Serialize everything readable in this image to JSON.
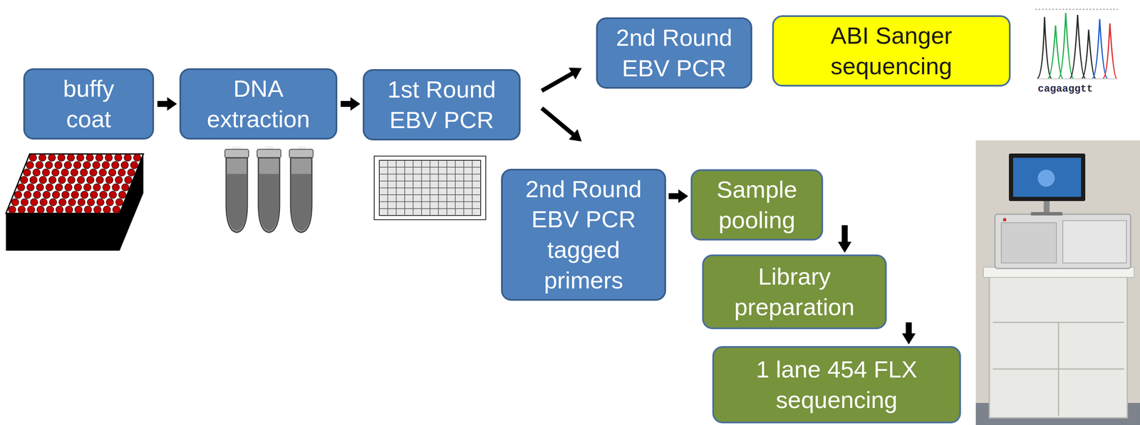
{
  "diagram": {
    "nodes": [
      {
        "text": [
          "buffy coat"
        ]
      },
      {
        "text": [
          "DNA extraction"
        ]
      },
      {
        "text": [
          "1st Round EBV PCR"
        ]
      },
      {
        "text": [
          "2nd Round EBV PCR"
        ]
      },
      {
        "text": [
          "ABI Sanger sequencing"
        ]
      },
      {
        "text": [
          "2nd Round EBV PCR tagged primers"
        ]
      },
      {
        "text": [
          "Sample pooling"
        ]
      },
      {
        "text": [
          "Library preparation"
        ]
      },
      {
        "text": [
          "1 lane 454 FLX sequencing"
        ]
      }
    ],
    "edges": [
      {
        "from": 0,
        "to": 1,
        "arrow": "to"
      },
      {
        "from": 1,
        "to": 2,
        "arrow": "to"
      },
      {
        "from": 2,
        "to": 3,
        "arrow": "to"
      },
      {
        "from": 2,
        "to": 5,
        "arrow": "to"
      },
      {
        "from": 5,
        "to": 6,
        "arrow": "to"
      },
      {
        "from": 6,
        "to": 7,
        "arrow": "to"
      },
      {
        "from": 7,
        "to": 8,
        "arrow": "to"
      }
    ],
    "labels": [
      "cagaaggtt"
    ]
  }
}
